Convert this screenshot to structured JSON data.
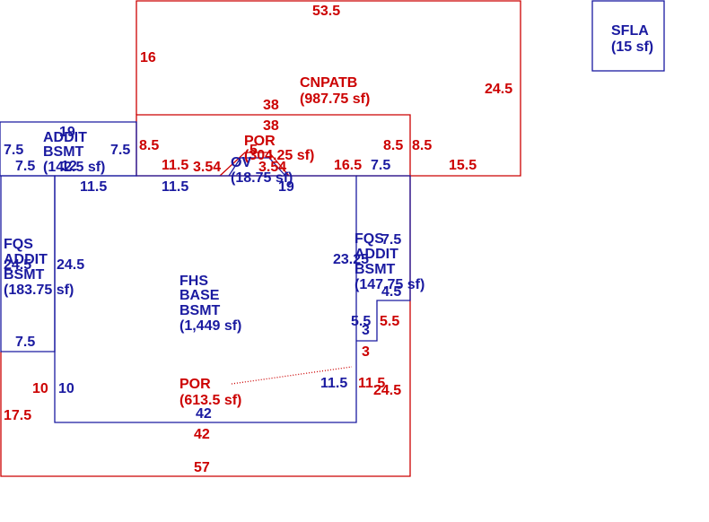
{
  "colors": {
    "red": "#cc0000",
    "blue": "#1a1aa0"
  },
  "areas": {
    "sfla": {
      "name": "SFLA",
      "area": "(15 sf)"
    },
    "cnpatb": {
      "name": "CNPATB",
      "area": "(987.75 sf)"
    },
    "por_top": {
      "name": "POR",
      "area": "(304.25 sf)"
    },
    "ov": {
      "name": "OV",
      "area": "(18.75 sf)"
    },
    "addit_bsmt_left": {
      "name1": "ADDIT",
      "name2": "BSMT",
      "area": "(142.5 sf)"
    },
    "fqs_addit_left": {
      "name1": "FQS",
      "name2": "ADDIT",
      "name3": "BSMT",
      "area": "(183.75 sf)"
    },
    "fhs_base": {
      "name1": "FHS",
      "name2": "BASE",
      "name3": "BSMT",
      "area": "(1,449 sf)"
    },
    "fqs_addit_right": {
      "name1": "FQS",
      "name2": "ADDIT",
      "name3": "BSMT",
      "area": "(147.75 sf)"
    },
    "por_bottom": {
      "name": "POR",
      "area": "(613.5 sf)"
    }
  },
  "dimensions": {
    "cn_top": "53.5",
    "cn_left": "16",
    "cn_right": "24.5",
    "por_top_38a": "38",
    "por_top_38b": "38",
    "r85_left": "8.5",
    "r85_right1": "8.5",
    "r85_right2": "8.5",
    "r115": "11.5",
    "r354": "3.54",
    "r5": "5",
    "r354b": "3.54",
    "r165": "16.5",
    "r155": "15.5",
    "b19_top": "19",
    "b75_a": "7.5",
    "b75_b": "7.5",
    "b75_c": "7.5",
    "b12": "12",
    "b75_d": "7.5",
    "b115_a": "11.5",
    "b115_b": "11.5",
    "b19": "19",
    "b245_left": "24.5",
    "b245_overlap": "24.5",
    "b75_bottom": "7.5",
    "b2325": "23.25",
    "b75_right": "7.5",
    "b45": "4.5",
    "b55": "5.5",
    "b3": "3",
    "r55": "5.5",
    "r3": "3",
    "b115_bottom": "11.5",
    "r115_bottom": "11.5",
    "r245_right": "24.5",
    "r10": "10",
    "b10": "10",
    "r175": "17.5",
    "b42": "42",
    "r42": "42",
    "r57": "57"
  }
}
